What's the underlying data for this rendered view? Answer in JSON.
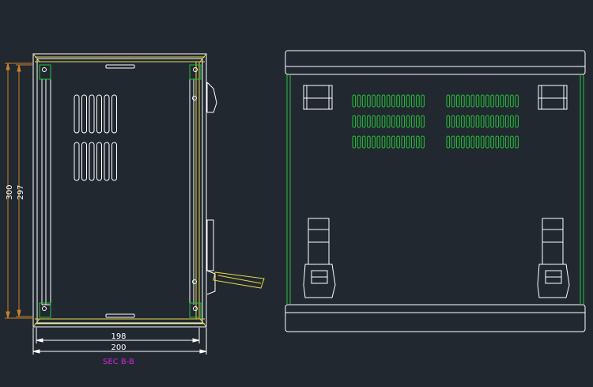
{
  "drawing": {
    "dim_height_outer": "300",
    "dim_height_inner": "297",
    "dim_width_inner": "198",
    "dim_width_outer": "200",
    "section_label": "SEC B-B"
  },
  "colors": {
    "background": "#212830",
    "outline": "#ffffff",
    "dimension": "#c8822a",
    "green": "#27c23a",
    "yellow": "#e8d94a",
    "magenta": "#d02ad8"
  }
}
